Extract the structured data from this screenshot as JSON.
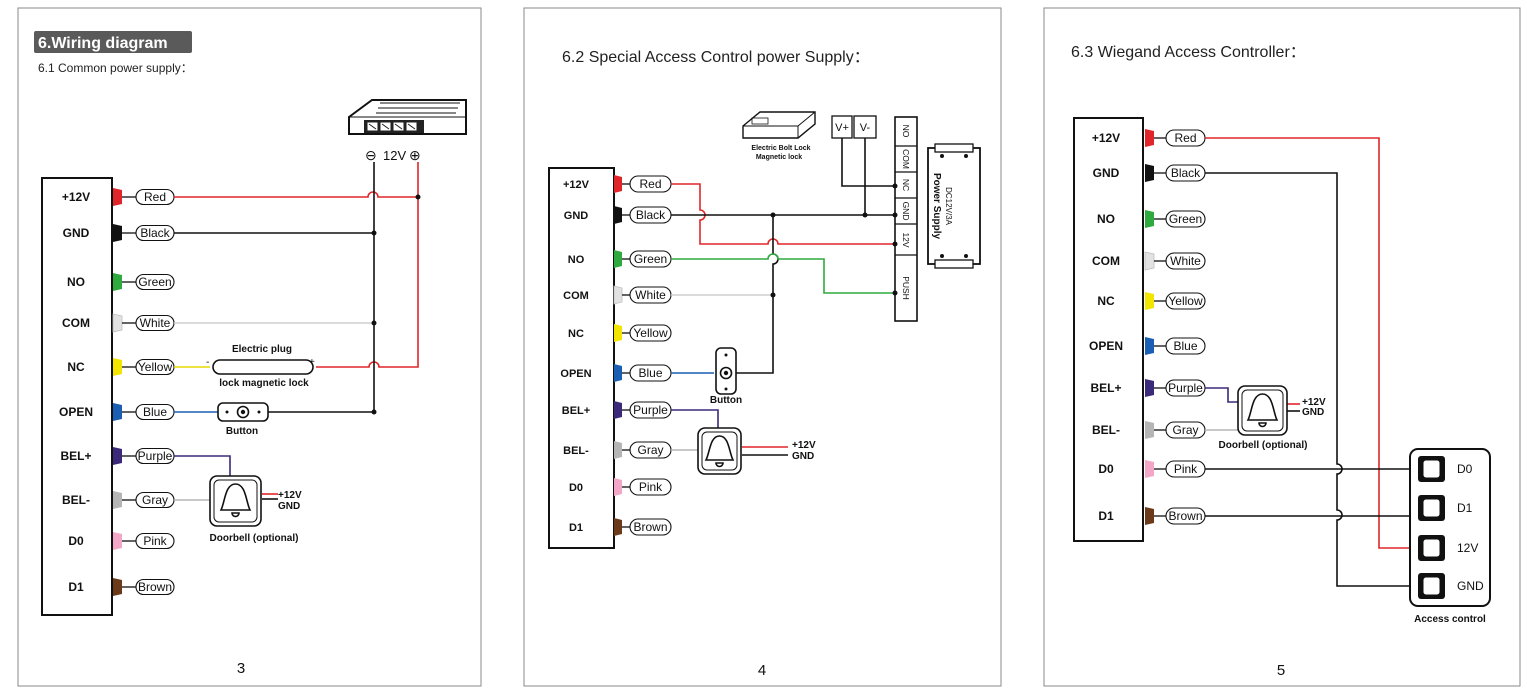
{
  "colors": {
    "red": "#e0262a",
    "black": "#111111",
    "green": "#2faa3f",
    "white": "#e2e2e2",
    "yellow": "#f2e500",
    "blue": "#1a5fb4",
    "purple": "#3b2a7a",
    "gray": "#b5b5b5",
    "pink": "#f3a6c8",
    "brown": "#6a3a1a",
    "heading_bg": "#5a5a5a"
  },
  "terminals": [
    "+12V",
    "GND",
    "NO",
    "COM",
    "NC",
    "OPEN",
    "BEL+",
    "BEL-",
    "D0",
    "D1"
  ],
  "wires": [
    "Red",
    "Black",
    "Green",
    "White",
    "Yellow",
    "Blue",
    "Purple",
    "Gray",
    "Pink",
    "Brown"
  ],
  "page1": {
    "heading": "6.Wiring diagram",
    "subtitle": "6.1 Common power supply：",
    "psu_label": "12V",
    "psu_minus": "⊖",
    "psu_plus": "⊕",
    "lock_label_top": "Electric plug",
    "lock_label_bottom": "lock magnetic lock",
    "lock_minus": "-",
    "lock_plus": "+",
    "button_label": "Button",
    "doorbell_label": "Doorbell (optional)",
    "bell_plus": "+12V",
    "bell_gnd": "GND",
    "page_number": "3"
  },
  "page2": {
    "subtitle": "6.2 Special Access Control power Supply：",
    "lock_label_1": "Electric Bolt Lock",
    "lock_label_2": "Magnetic lock",
    "v_plus": "V+",
    "v_minus": "V-",
    "psu_terminals": [
      "NO",
      "COM",
      "NC",
      "GND",
      "12V",
      "PUSH"
    ],
    "psu_title": "Power Supply",
    "psu_rating": "DC12V/3A",
    "button_label": "Button",
    "bell_plus": "+12V",
    "bell_gnd": "GND",
    "page_number": "4"
  },
  "page3": {
    "subtitle": "6.3 Wiegand Access Controller：",
    "doorbell_label": "Doorbell (optional)",
    "bell_plus": "+12V",
    "bell_gnd": "GND",
    "controller_terminals": [
      "D0",
      "D1",
      "12V",
      "GND"
    ],
    "controller_label": "Access control",
    "page_number": "5"
  }
}
